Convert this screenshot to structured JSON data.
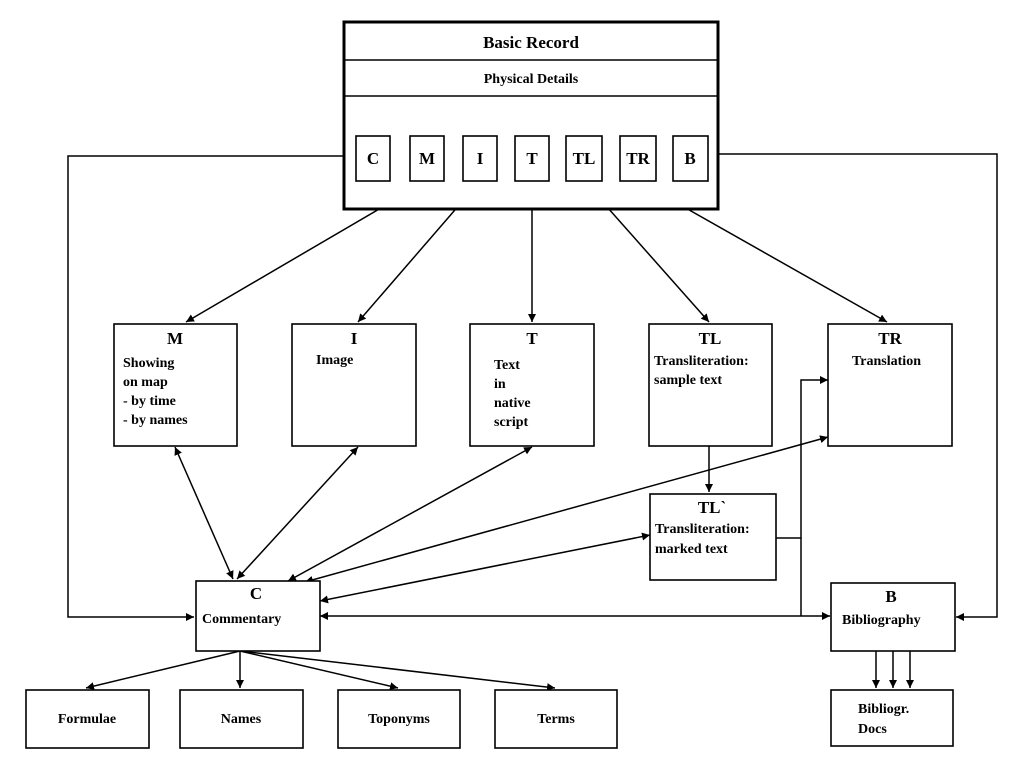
{
  "basic_record": {
    "title": "Basic Record",
    "subtitle": "Physical Details",
    "tabs": [
      "C",
      "M",
      "I",
      "T",
      "TL",
      "TR",
      "B"
    ]
  },
  "nodes": {
    "m": {
      "head": "M",
      "lines": [
        "Showing",
        "on map",
        "- by time",
        "- by names"
      ]
    },
    "i": {
      "head": "I",
      "lines": [
        "Image"
      ]
    },
    "t": {
      "head": "T",
      "lines": [
        "Text",
        "in",
        "native",
        "script"
      ]
    },
    "tl": {
      "head": "TL",
      "lines": [
        "Transliteration:",
        "sample text"
      ]
    },
    "tr": {
      "head": "TR",
      "lines": [
        "Translation"
      ]
    },
    "tl2": {
      "head": "TL`",
      "lines": [
        "Transliteration:",
        "marked text"
      ]
    },
    "c": {
      "head": "C",
      "lines": [
        "Commentary"
      ]
    },
    "b": {
      "head": "B",
      "lines": [
        "Bibliography"
      ]
    },
    "bd": {
      "head": "",
      "lines": [
        "Bibliogr.",
        "Docs"
      ]
    }
  },
  "leaves": {
    "formulae": "Formulae",
    "names": "Names",
    "toponyms": "Toponyms",
    "terms": "Terms"
  }
}
